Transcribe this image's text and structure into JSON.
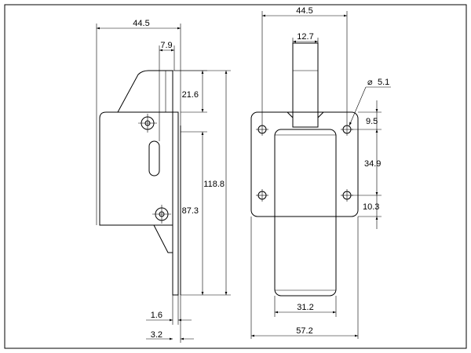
{
  "drawing": {
    "side_view": {
      "dims": {
        "width_top": "44.5",
        "slot_width": "7.9",
        "upper_offset": "21.6",
        "hole_spacing": "87.3",
        "total_height": "118.8",
        "plate_thickness": "1.6",
        "flange_thickness": "3.2"
      }
    },
    "front_view": {
      "dims": {
        "top_width": "44.5",
        "neck_width": "12.7",
        "hole_diameter": "5.1",
        "hole_top_offset": "9.5",
        "hole_spacing": "34.9",
        "hole_bottom_offset": "10.3",
        "body_width": "31.2",
        "overall_width": "57.2"
      },
      "diameter_symbol": "⌀"
    }
  }
}
